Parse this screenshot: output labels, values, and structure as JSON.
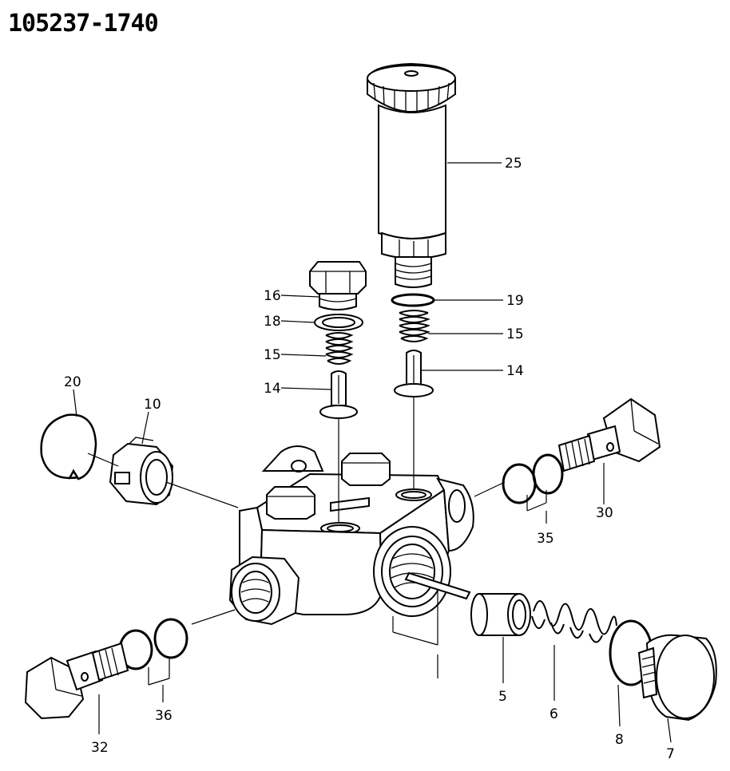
{
  "title": "105237-1740",
  "labels": [
    {
      "id": "25",
      "text": "25"
    },
    {
      "id": "19",
      "text": "19"
    },
    {
      "id": "15r",
      "text": "15"
    },
    {
      "id": "14r",
      "text": "14"
    },
    {
      "id": "16",
      "text": "16"
    },
    {
      "id": "18",
      "text": "18"
    },
    {
      "id": "15l",
      "text": "15"
    },
    {
      "id": "14l",
      "text": "14"
    },
    {
      "id": "20",
      "text": "20"
    },
    {
      "id": "10",
      "text": "10"
    },
    {
      "id": "30",
      "text": "30"
    },
    {
      "id": "35",
      "text": "35"
    },
    {
      "id": "5",
      "text": "5"
    },
    {
      "id": "6",
      "text": "6"
    },
    {
      "id": "8",
      "text": "8"
    },
    {
      "id": "7",
      "text": "7"
    },
    {
      "id": "32",
      "text": "32"
    },
    {
      "id": "36",
      "text": "36"
    }
  ]
}
